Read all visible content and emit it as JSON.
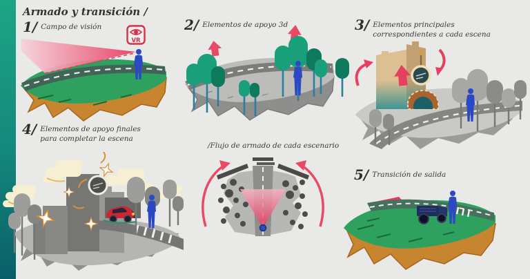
{
  "header": {
    "title": "Armado y transición /"
  },
  "steps": [
    {
      "number": "1/",
      "label": "Campo de visión",
      "scene_icons": [
        "vr-eye-icon",
        "view-cone",
        "person-figure",
        "road",
        "grass-terrain"
      ]
    },
    {
      "number": "2/",
      "label": "Elementos de apoyo 3d",
      "scene_icons": [
        "up-arrow-icon",
        "tree",
        "person-figure",
        "road",
        "gray-terrain"
      ]
    },
    {
      "number": "3/",
      "label": "Elementos principales correspondientes a cada escena",
      "scene_icons": [
        "curved-arrow-icon",
        "up-arrow-icon",
        "building",
        "clock",
        "arch",
        "tree",
        "person-figure",
        "road"
      ]
    },
    {
      "number": "4/",
      "label": "Elementos de apoyo finales para completar la escena",
      "scene_icons": [
        "cloud",
        "star",
        "sparkle",
        "building",
        "clock",
        "arch",
        "car",
        "tree",
        "person-figure",
        "road"
      ]
    },
    {
      "number": "5/",
      "label": "Transición de salida",
      "scene_icons": [
        "truck",
        "person-figure",
        "road",
        "grass-terrain",
        "red-transition-patch"
      ]
    }
  ],
  "flow_diagram": {
    "caption": "/Flujo de armado de cada escenario",
    "icons": [
      "curved-arrow-icon",
      "view-cone",
      "road",
      "tree-dots",
      "wall-bars",
      "person-marker"
    ]
  },
  "vr_icon": {
    "label": "VR"
  },
  "colors": {
    "background": "#e9e9e7",
    "accent_bar_top": "#1da584",
    "accent_bar_bottom": "#0a5e68",
    "accent_pink": "#e73b60",
    "tree_green": "#19a07a",
    "figure_blue": "#2a49c2",
    "grass_green": "#2ea15e",
    "earth_brown": "#c8852f",
    "text": "#3a3a36",
    "vr_red": "#d53048"
  }
}
